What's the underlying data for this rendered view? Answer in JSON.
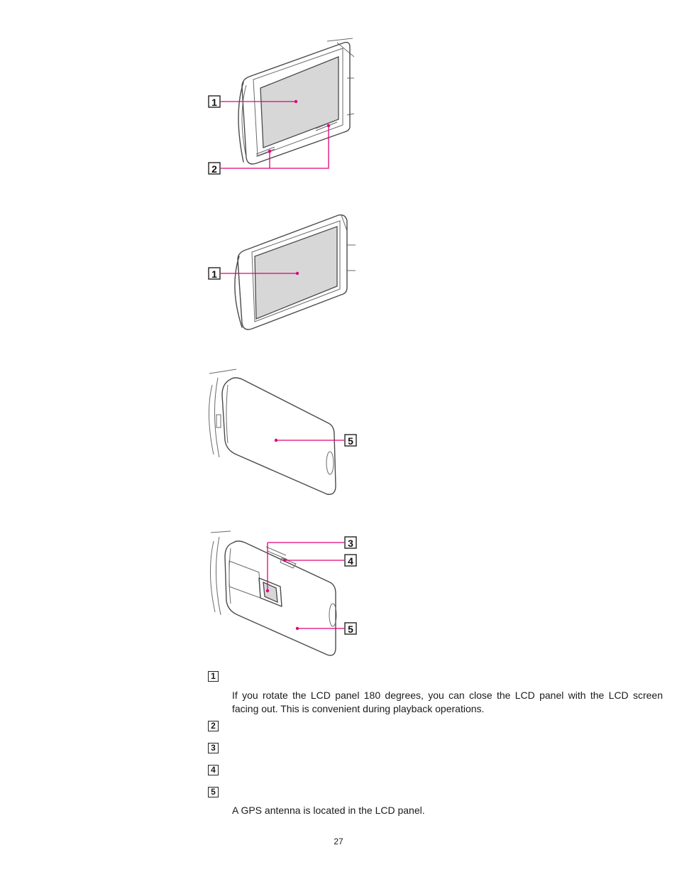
{
  "figures": [
    {
      "callouts": [
        "1",
        "2"
      ]
    },
    {
      "callouts": [
        "1"
      ]
    },
    {
      "callouts": [
        "5"
      ]
    },
    {
      "callouts": [
        "3",
        "4",
        "5"
      ]
    }
  ],
  "items": [
    {
      "number": "1",
      "description": "If you rotate the LCD panel 180 degrees, you can close the LCD panel with the LCD screen facing out. This is convenient during playback operations."
    },
    {
      "number": "2",
      "description": ""
    },
    {
      "number": "3",
      "description": ""
    },
    {
      "number": "4",
      "description": ""
    },
    {
      "number": "5",
      "description": "A GPS antenna is located in the LCD panel."
    }
  ],
  "page_number": "27",
  "colors": {
    "leader": "#e0007a",
    "screen": "#d7d7d7",
    "outline": "#4a4a4a"
  }
}
